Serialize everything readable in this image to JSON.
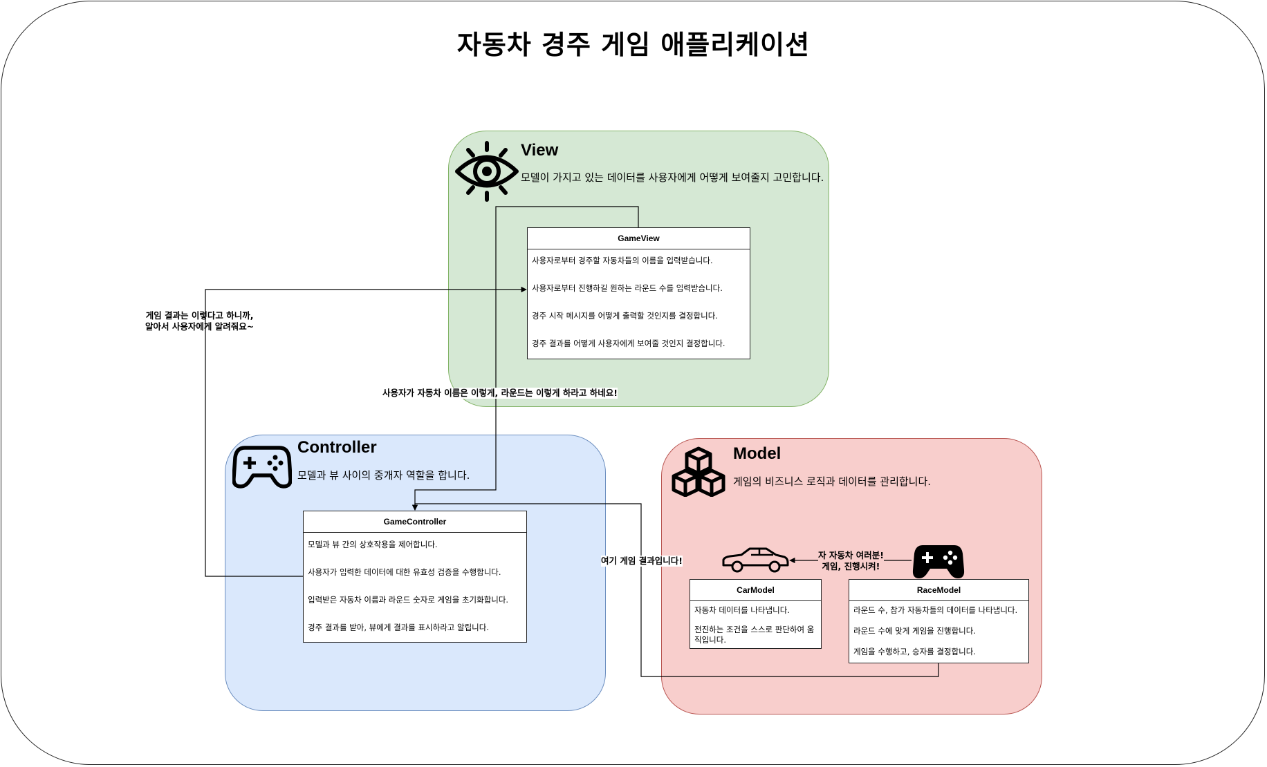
{
  "title": "자동차 경주 게임 애플리케이션",
  "view": {
    "title": "View",
    "description": "모델이 가지고 있는 데이터를 사용자에게 어떻게 보여줄지 고민합니다.",
    "icon": "eye-icon",
    "color": "#d5e8d4",
    "border": "#82b366",
    "class": {
      "name": "GameView",
      "items": [
        "사용자로부터 경주할 자동차들의 이름을 입력받습니다.",
        "사용자로부터 진행하길 원하는 라운드 수를 입력받습니다.",
        "경주 시작 메시지를 어떻게 출력할 것인지를 결정합니다.",
        "경주 결과를 어떻게 사용자에게 보여줄 것인지 결정합니다."
      ]
    }
  },
  "controller": {
    "title": "Controller",
    "description": "모델과 뷰 사이의 중개자 역할을 합니다.",
    "icon": "gamepad-icon",
    "color": "#dae8fc",
    "border": "#6c8ebf",
    "class": {
      "name": "GameController",
      "items": [
        "모델과 뷰 간의 상호작용을 제어합니다.",
        "사용자가 입력한 데이터에 대한 유효성 검증을 수행합니다.",
        "입력받은 자동차 이름과 라운드 숫자로 게임을 초기화합니다.",
        "경주 결과를 받아, 뷰에게 결과를 표시하라고 알립니다."
      ]
    }
  },
  "model": {
    "title": "Model",
    "description": "게임의 비즈니스 로직과 데이터를 관리합니다.",
    "icon": "cubes-icon",
    "color": "#f8cecc",
    "border": "#b85450",
    "car": {
      "name": "CarModel",
      "icon": "car-icon",
      "items": [
        "자동차 데이터를 나타냅니다.",
        "전진하는 조건을 스스로 판단하여 움직입니다."
      ]
    },
    "race": {
      "name": "RaceModel",
      "icon": "gamepad-icon",
      "items": [
        "라운드 수, 참가 자동차들의 데이터를 나타냅니다.",
        "라운드 수에 맞게 게임을 진행합니다.",
        "게임을 수행하고, 승자를 결정합니다."
      ]
    }
  },
  "edges": {
    "controller_to_view": "게임 결과는 이렇다고 하니까,\n알아서 사용자에게 알려줘요~",
    "view_to_controller": "사용자가 자동차 이름은 이렇게, 라운드는 이렇게 하라고 하네요!",
    "race_to_controller": "여기 게임 결과입니다!",
    "race_to_car": "자 자동차 여러분!\n게임, 진행시켜!"
  }
}
